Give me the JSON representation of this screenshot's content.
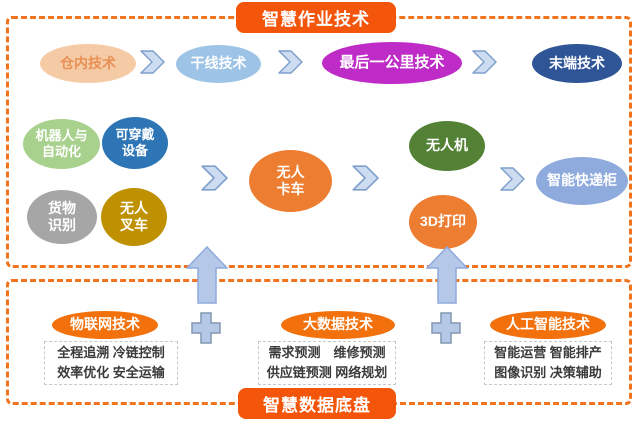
{
  "palette": {
    "box_border": "#F0741E",
    "banner_bg": "#F3560B",
    "banner_text": "#FFFFFF",
    "chevron_fill": "#CDDCF0",
    "chevron_stroke": "#7F9FCC",
    "up_arrow_fill": "#B5C8E8",
    "up_arrow_stroke": "#8FAADC",
    "plus_fill": "#B5C8E8",
    "plus_stroke": "#8497B0",
    "desc_text": "#3B3B3B",
    "desc_border": "#C8C8C8"
  },
  "banners": {
    "top": "智慧作业技术",
    "bottom": "智慧数据底盘"
  },
  "flow_row": {
    "items": [
      {
        "label": "仓内技术",
        "fill": "#F5CBA6",
        "color": "#E89055"
      },
      {
        "label": "干线技术",
        "fill": "#9DC3E6",
        "color": "#FFFFFF"
      },
      {
        "label": "最后一公里技术",
        "fill": "#BE2BC7",
        "color": "#FFFFFF"
      },
      {
        "label": "末端技术",
        "fill": "#2F5597",
        "color": "#FFFFFF"
      }
    ]
  },
  "equipment": {
    "robot_automation": {
      "label": "机器人与\n自动化",
      "fill": "#A9D18E"
    },
    "wearable_devices": {
      "label": "可穿戴\n设备",
      "fill": "#2E75B6"
    },
    "cargo_recognition": {
      "label": "货物\n识别",
      "fill": "#A6A6A6"
    },
    "unmanned_forklift": {
      "label": "无人\n叉车",
      "fill": "#BF9000"
    },
    "unmanned_truck": {
      "label": "无人\n卡车",
      "fill": "#ED7D31"
    },
    "drone": {
      "label": "无人机",
      "fill": "#538135"
    },
    "printing_3d": {
      "label": "3D打印",
      "fill": "#ED7D31"
    },
    "smart_locker": {
      "label": "智能快递柜",
      "fill": "#8FAADC"
    }
  },
  "foundation": {
    "groups": [
      {
        "title": "物联网技术",
        "fill": "#F2710C",
        "lines": [
          "全程追溯 冷链控制",
          "效率优化 安全运输"
        ]
      },
      {
        "title": "大数据技术",
        "fill": "#F2710C",
        "lines": [
          "需求预测　维修预测",
          "供应链预测 网络规划"
        ]
      },
      {
        "title": "人工智能技术",
        "fill": "#F2710C",
        "lines": [
          "智能运营 智能排产",
          "图像识别 决策辅助"
        ]
      }
    ]
  }
}
